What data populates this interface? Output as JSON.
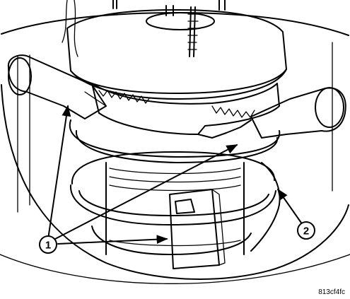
{
  "callouts": [
    {
      "id": "callout-1",
      "label": "1"
    },
    {
      "id": "callout-2",
      "label": "2"
    }
  ],
  "figure_id": "813cf4fc",
  "colors": {
    "ink": "#000000",
    "paper": "#ffffff"
  }
}
